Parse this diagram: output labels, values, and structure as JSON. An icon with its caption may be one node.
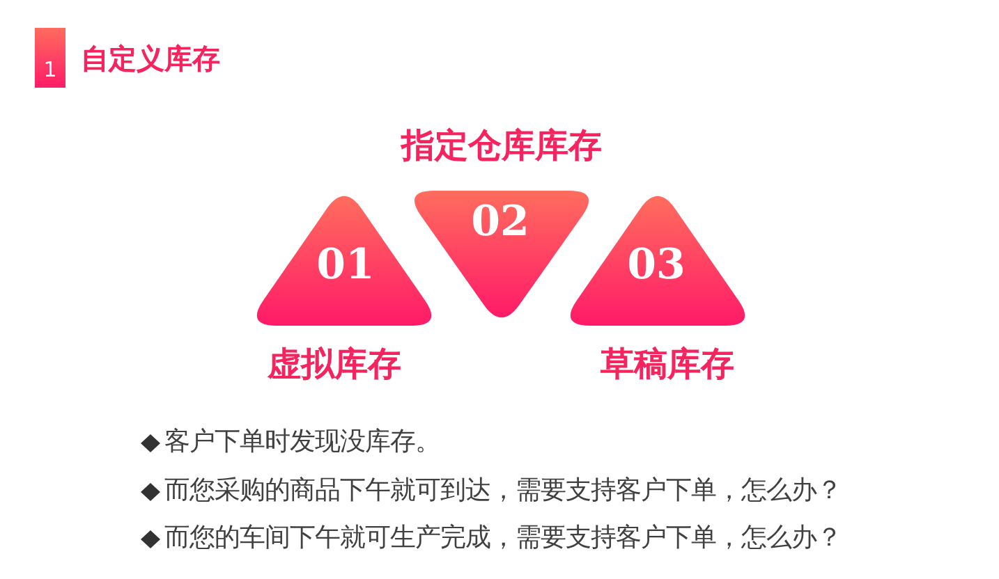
{
  "diagram": {
    "title": "自定义库存",
    "nodes": [
      {
        "text": [
          "01"
        ],
        "beside": [
          "虚拟库存"
        ]
      },
      {
        "text": [
          "02"
        ],
        "beside": [
          "指定仓库库存"
        ]
      },
      {
        "text": [
          "03"
        ],
        "beside": [
          "草稿库存"
        ]
      }
    ],
    "labels": [
      "1",
      "客户下单时发现没库存。",
      "而您采购的商品下午就可到达，需要支持客户下单，怎么办？",
      "而您的车间下午就可生产完成，需要支持客户下单，怎么办？"
    ]
  }
}
